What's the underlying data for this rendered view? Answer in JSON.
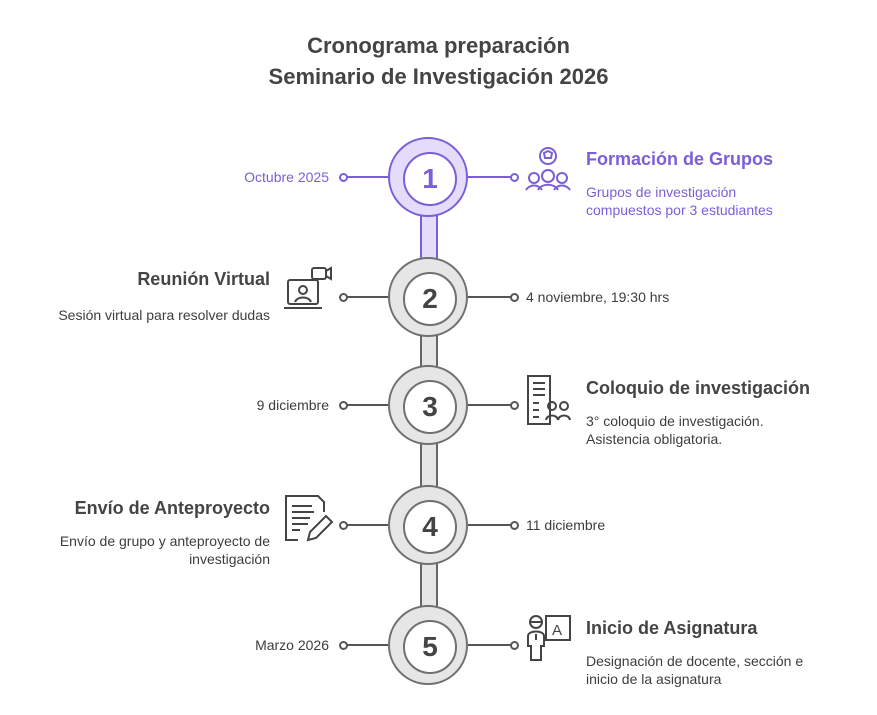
{
  "title": {
    "line1": "Cronograma preparación",
    "line2": "Seminario de Investigación 2026"
  },
  "colors": {
    "accent": "#7a5fd6",
    "neutral": "#e6e6e6"
  },
  "steps": [
    {
      "number": "1",
      "date": "Octubre 2025",
      "title": "Formación de Grupos",
      "desc1": "Grupos de investigación",
      "desc2": "compuestos por 3 estudiantes",
      "icon": "group-icon"
    },
    {
      "number": "2",
      "date": "4 noviembre, 19:30 hrs",
      "title": "Reunión Virtual",
      "desc1": "Sesión virtual para resolver dudas",
      "icon": "video-call-icon"
    },
    {
      "number": "3",
      "date": "9 diciembre",
      "title": "Coloquio de investigación",
      "desc1": "3° coloquio de investigación.",
      "desc2": "Asistencia obligatoria.",
      "icon": "document-people-icon"
    },
    {
      "number": "4",
      "date": "11 diciembre",
      "title": "Envío de Anteproyecto",
      "desc1": "Envío de grupo y anteproyecto de",
      "desc2": "investigación",
      "icon": "document-pencil-icon"
    },
    {
      "number": "5",
      "date": "Marzo 2026",
      "title": "Inicio de Asignatura",
      "desc1": "Designación de docente, sección e",
      "desc2": "inicio de la asignatura",
      "icon": "teacher-board-icon"
    }
  ]
}
